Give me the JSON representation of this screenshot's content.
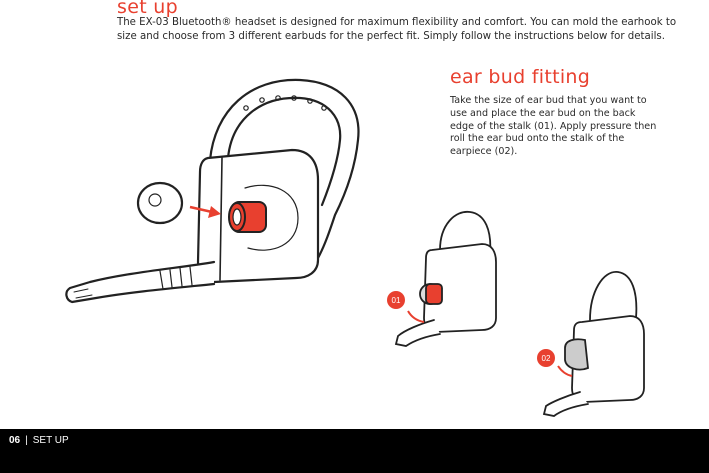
{
  "page": {
    "title": "set up",
    "intro": "The EX-03 Bluetooth® headset is designed for maximum flexibility and comfort. You can mold the earhook to size and choose from 3 different earbuds for the perfect fit. Simply follow the instructions below for details."
  },
  "ear_bud_fitting": {
    "heading": "ear bud fitting",
    "instructions": "Take the size of ear bud that you want to use and place the ear bud on the back edge of the stalk (01). Apply pressure then roll the ear bud onto the stalk of the earpiece (02)."
  },
  "steps": [
    {
      "label": "01"
    },
    {
      "label": "02"
    }
  ],
  "footer": {
    "page_number": "06",
    "separator": "|",
    "section": "SET UP"
  },
  "colors": {
    "accent": "#e8402f",
    "footer_bg": "#000000"
  },
  "icons": [
    "headset-illustration",
    "ear-bud-illustration",
    "arrow-icon"
  ]
}
